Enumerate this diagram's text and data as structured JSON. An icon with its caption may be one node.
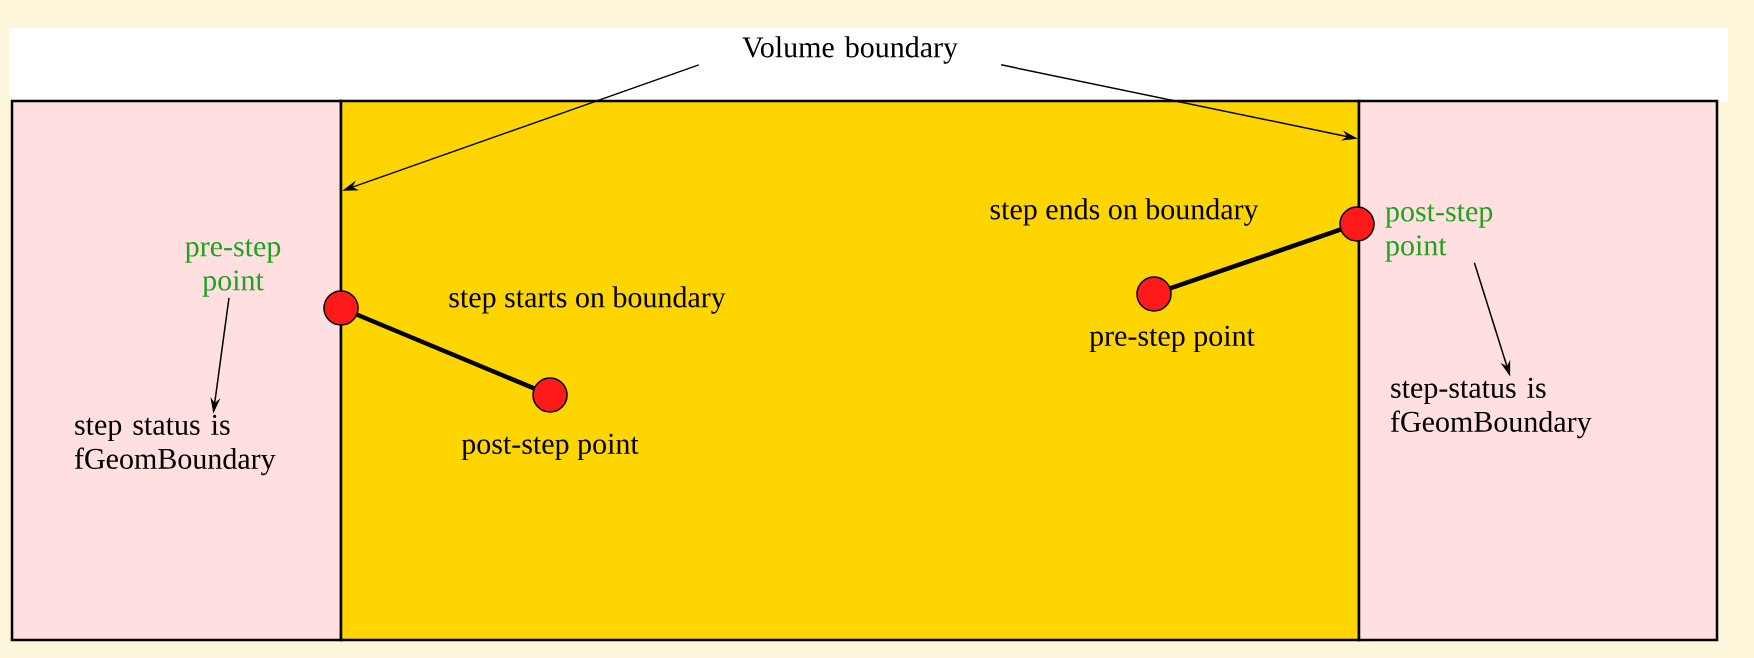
{
  "diagram": {
    "nodes": [
      {
        "text": [
          "Volume boundary"
        ]
      },
      {
        "text": [],
        "shape": "box"
      },
      {
        "text": [],
        "shape": "box"
      },
      {
        "text": [],
        "shape": "box"
      },
      {
        "text": [],
        "shape": "circle"
      },
      {
        "text": [
          "pre-step point"
        ],
        "in": 1
      },
      {
        "text": [
          "step status is fGeomBoundary"
        ],
        "in": 1
      },
      {
        "text": [],
        "shape": "circle",
        "in": 2,
        "beside": [
          "post-step point"
        ]
      },
      {
        "text": [],
        "shape": "circle",
        "in": 2,
        "beside": [
          "pre-step point"
        ]
      },
      {
        "text": [],
        "shape": "circle"
      },
      {
        "text": [
          "post-step point"
        ],
        "in": 3
      },
      {
        "text": [
          "step-status is fGeomBoundary"
        ],
        "in": 3
      }
    ],
    "edges": [
      {
        "from": 0,
        "to": 1,
        "arrow": "to"
      },
      {
        "from": 0,
        "to": 3,
        "arrow": "to"
      },
      {
        "from": 4,
        "to": 7,
        "arrow": "none",
        "style": "thick"
      },
      {
        "from": 8,
        "to": 9,
        "arrow": "none",
        "style": "thick"
      },
      {
        "from": 5,
        "to": 6,
        "arrow": "to"
      },
      {
        "from": 10,
        "to": 11,
        "arrow": "to"
      }
    ],
    "labels": [
      "step starts on boundary",
      "step ends on boundary"
    ]
  }
}
